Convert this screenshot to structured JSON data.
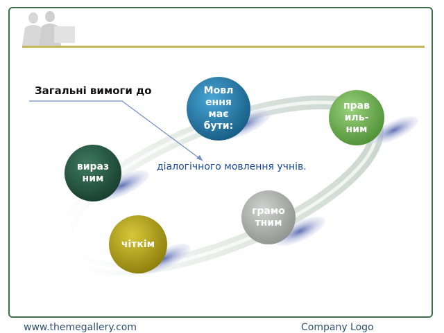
{
  "title": "Загальні вимоги до",
  "subtitle": "діалогічного мовлення учнів.",
  "nodes": {
    "center": "Мовл\nення\nмає\nбути:",
    "right": "прав\nиль-\nним",
    "left": "вираз\nним",
    "bottom_right": "грамо\nтним",
    "bottom_left": "чіткім"
  },
  "footer": {
    "url": "www.themegallery.com",
    "logo": "Company Logo"
  },
  "colors": {
    "center": "#1e6f9a",
    "right": "#6aa84f",
    "left": "#1f4f3c",
    "bottom_right": "#a8aca6",
    "bottom_left": "#a89a14",
    "frame": "#3f6e4a",
    "rule": "#c7b55a"
  }
}
